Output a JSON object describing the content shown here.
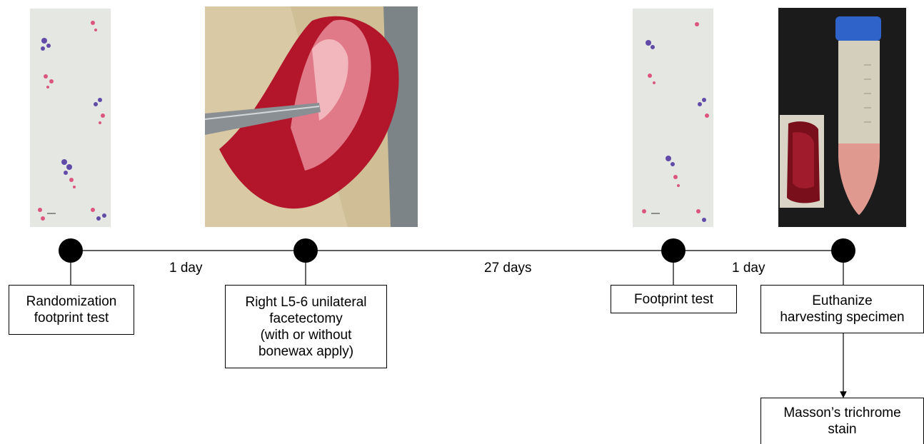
{
  "timeline": {
    "events": [
      {
        "id": "baseline",
        "label": "Randomization\nfootprint test",
        "photo": "footprint-print-icon"
      },
      {
        "id": "surgery",
        "label": "Right L5-6 unilateral\nfacetectomy\n(with or without\nbonewax apply)",
        "photo": "surgical-site-icon"
      },
      {
        "id": "followup",
        "label": "Footprint test",
        "photo": "footprint-print-icon"
      },
      {
        "id": "harvest",
        "label": "Euthanize\nharvesting specimen",
        "photo": "specimen-tube-icon"
      }
    ],
    "intervals": [
      "1 day",
      "27 days",
      "1 day"
    ],
    "followup_step": {
      "label": "Masson’s trichrome\nstain"
    }
  },
  "colors": {
    "line": "#000000",
    "node": "#000000",
    "paper": "#e4e7e2",
    "ink_blue": "#4b2f9e",
    "ink_red": "#d8336a",
    "tissue": "#b3162a",
    "fur": "#e8dcc0",
    "tube_cap": "#2f63c9",
    "black_bg": "#1b1b1b"
  }
}
